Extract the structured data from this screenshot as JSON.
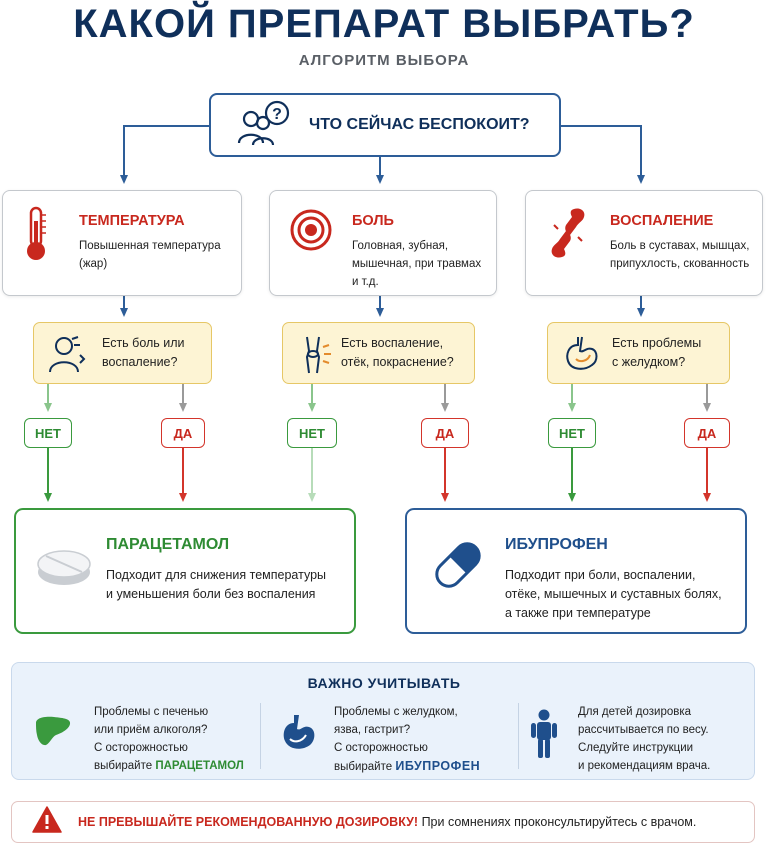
{
  "header": {
    "title": "КАКОЙ ПРЕПАРАТ ВЫБРАТЬ?",
    "subtitle": "АЛГОРИТМ ВЫБОРА"
  },
  "question": {
    "text": "ЧТО СЕЙЧАС БЕСПОКОИТ?",
    "icon": "people-question-icon"
  },
  "categories": [
    {
      "title": "ТЕМПЕРАТУРА",
      "desc1": "Повышенная температура",
      "desc2": "(жар)",
      "desc3": "",
      "icon": "thermometer-icon"
    },
    {
      "title": "БОЛЬ",
      "desc1": "Головная, зубная,",
      "desc2": "мышечная, при травмах",
      "desc3": "и т.д.",
      "icon": "target-icon"
    },
    {
      "title": "ВОСПАЛЕНИЕ",
      "desc1": "Боль в суставах, мышцах,",
      "desc2": "припухлость, скованность",
      "desc3": "",
      "icon": "joint-icon"
    }
  ],
  "conditions": [
    {
      "line1": "Есть боль или",
      "line2": "воспаление?",
      "icon": "person-pain-icon"
    },
    {
      "line1": "Есть воспаление,",
      "line2": "отёк, покраснение?",
      "icon": "knee-icon"
    },
    {
      "line1": "Есть проблемы",
      "line2": "с желудком?",
      "icon": "stomach-icon"
    }
  ],
  "answers": {
    "no": "НЕТ",
    "yes": "ДА"
  },
  "results": {
    "paracetamol": {
      "title": "ПАРАЦЕТАМОЛ",
      "line1": "Подходит для снижения температуры",
      "line2": "и уменьшения боли без воспаления",
      "line3": "",
      "icon": "pill-tablet-icon"
    },
    "ibuprofen": {
      "title": "ИБУПРОФЕН",
      "line1": "Подходит при боли, воспалении,",
      "line2": "отёке, мышечных и суставных болях,",
      "line3": "а также при температуре",
      "icon": "capsule-icon"
    }
  },
  "important": {
    "title": "ВАЖНО УЧИТЫВАТЬ",
    "items": [
      {
        "l1": "Проблемы с печенью",
        "l2": "или приём алкоголя?",
        "l3": "С осторожностью",
        "l4a": "выбирайте ",
        "l4b": "ПАРАЦЕТАМОЛ",
        "icon": "liver-icon"
      },
      {
        "l1": "Проблемы с желудком,",
        "l2": "язва, гастрит?",
        "l3": "С осторожностью",
        "l4a": "выбирайте ",
        "l4b": "ИБУПРОФЕН",
        "icon": "stomach-icon"
      },
      {
        "l1": "Для детей дозировка",
        "l2": "рассчитывается по весу.",
        "l3": "Следуйте инструкции",
        "l4a": "и рекомендациям врача.",
        "l4b": "",
        "icon": "child-icon"
      }
    ]
  },
  "warning": {
    "red": "НЕ ПРЕВЫШАЙТЕ РЕКОМЕНДОВАННУЮ ДОЗИРОВКУ!",
    "rest": " При сомнениях проконсультируйтесь с врачом.",
    "icon": "warning-triangle-icon"
  },
  "colors": {
    "navy": "#0f2f5a",
    "blue": "#2d5d98",
    "red": "#c8281e",
    "green": "#2e8b33",
    "yellow_bg": "#fdf4d4",
    "light_blue_bg": "#eaf2fb"
  }
}
